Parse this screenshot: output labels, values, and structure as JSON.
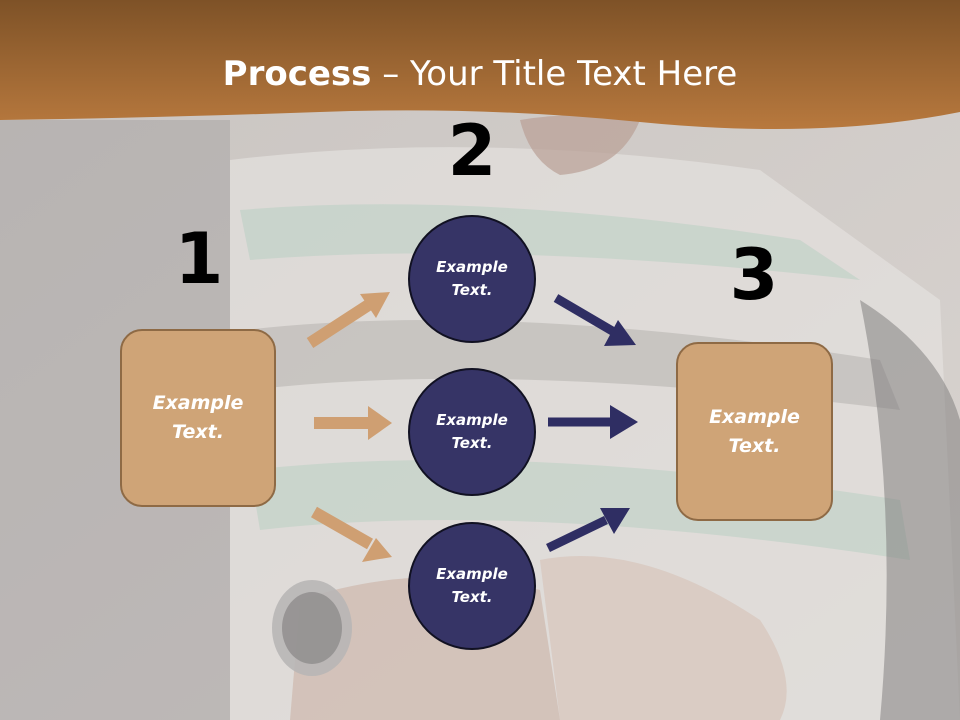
{
  "title": {
    "bold": "Process",
    "dash": " – ",
    "rest": "Your Title Text Here"
  },
  "steps": [
    {
      "number": "1",
      "label": "Example Text."
    },
    {
      "number": "2",
      "labels": [
        "Example Text.",
        "Example Text.",
        "Example Text."
      ]
    },
    {
      "number": "3",
      "label": "Example Text."
    }
  ],
  "colors": {
    "banner": "#b0723a",
    "box_fill": "#cfa477",
    "circle_fill": "#363466",
    "arrow_tan": "#cf9f72",
    "arrow_navy": "#2f2e63"
  }
}
